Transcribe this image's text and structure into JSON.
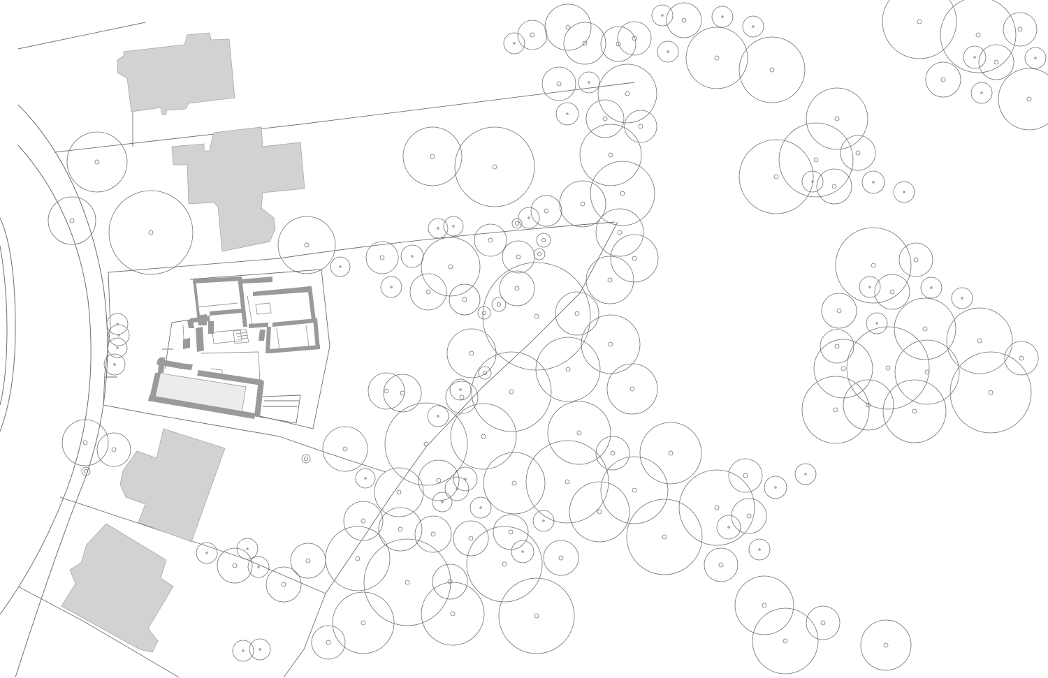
{
  "drawing": {
    "kind": "site-plan",
    "label_text": "",
    "colors": {
      "background": "#ffffff",
      "line": "#6e6e6e",
      "neighbor_building_fill": "#d2d2d2",
      "wall_fill": "#9a9a9a",
      "pool_fill": "#ececec",
      "tree_stroke": "#707070"
    },
    "elements": {
      "road": "curved-road",
      "property_lines": "property-boundary-lines",
      "neighbor_buildings": [
        "neighbor-house-1",
        "neighbor-house-2",
        "neighbor-house-3",
        "neighbor-house-4"
      ],
      "main_building": "main-house-floor-plan",
      "pool": "swimming-pool",
      "trees": "tree-canopy-circles"
    }
  }
}
